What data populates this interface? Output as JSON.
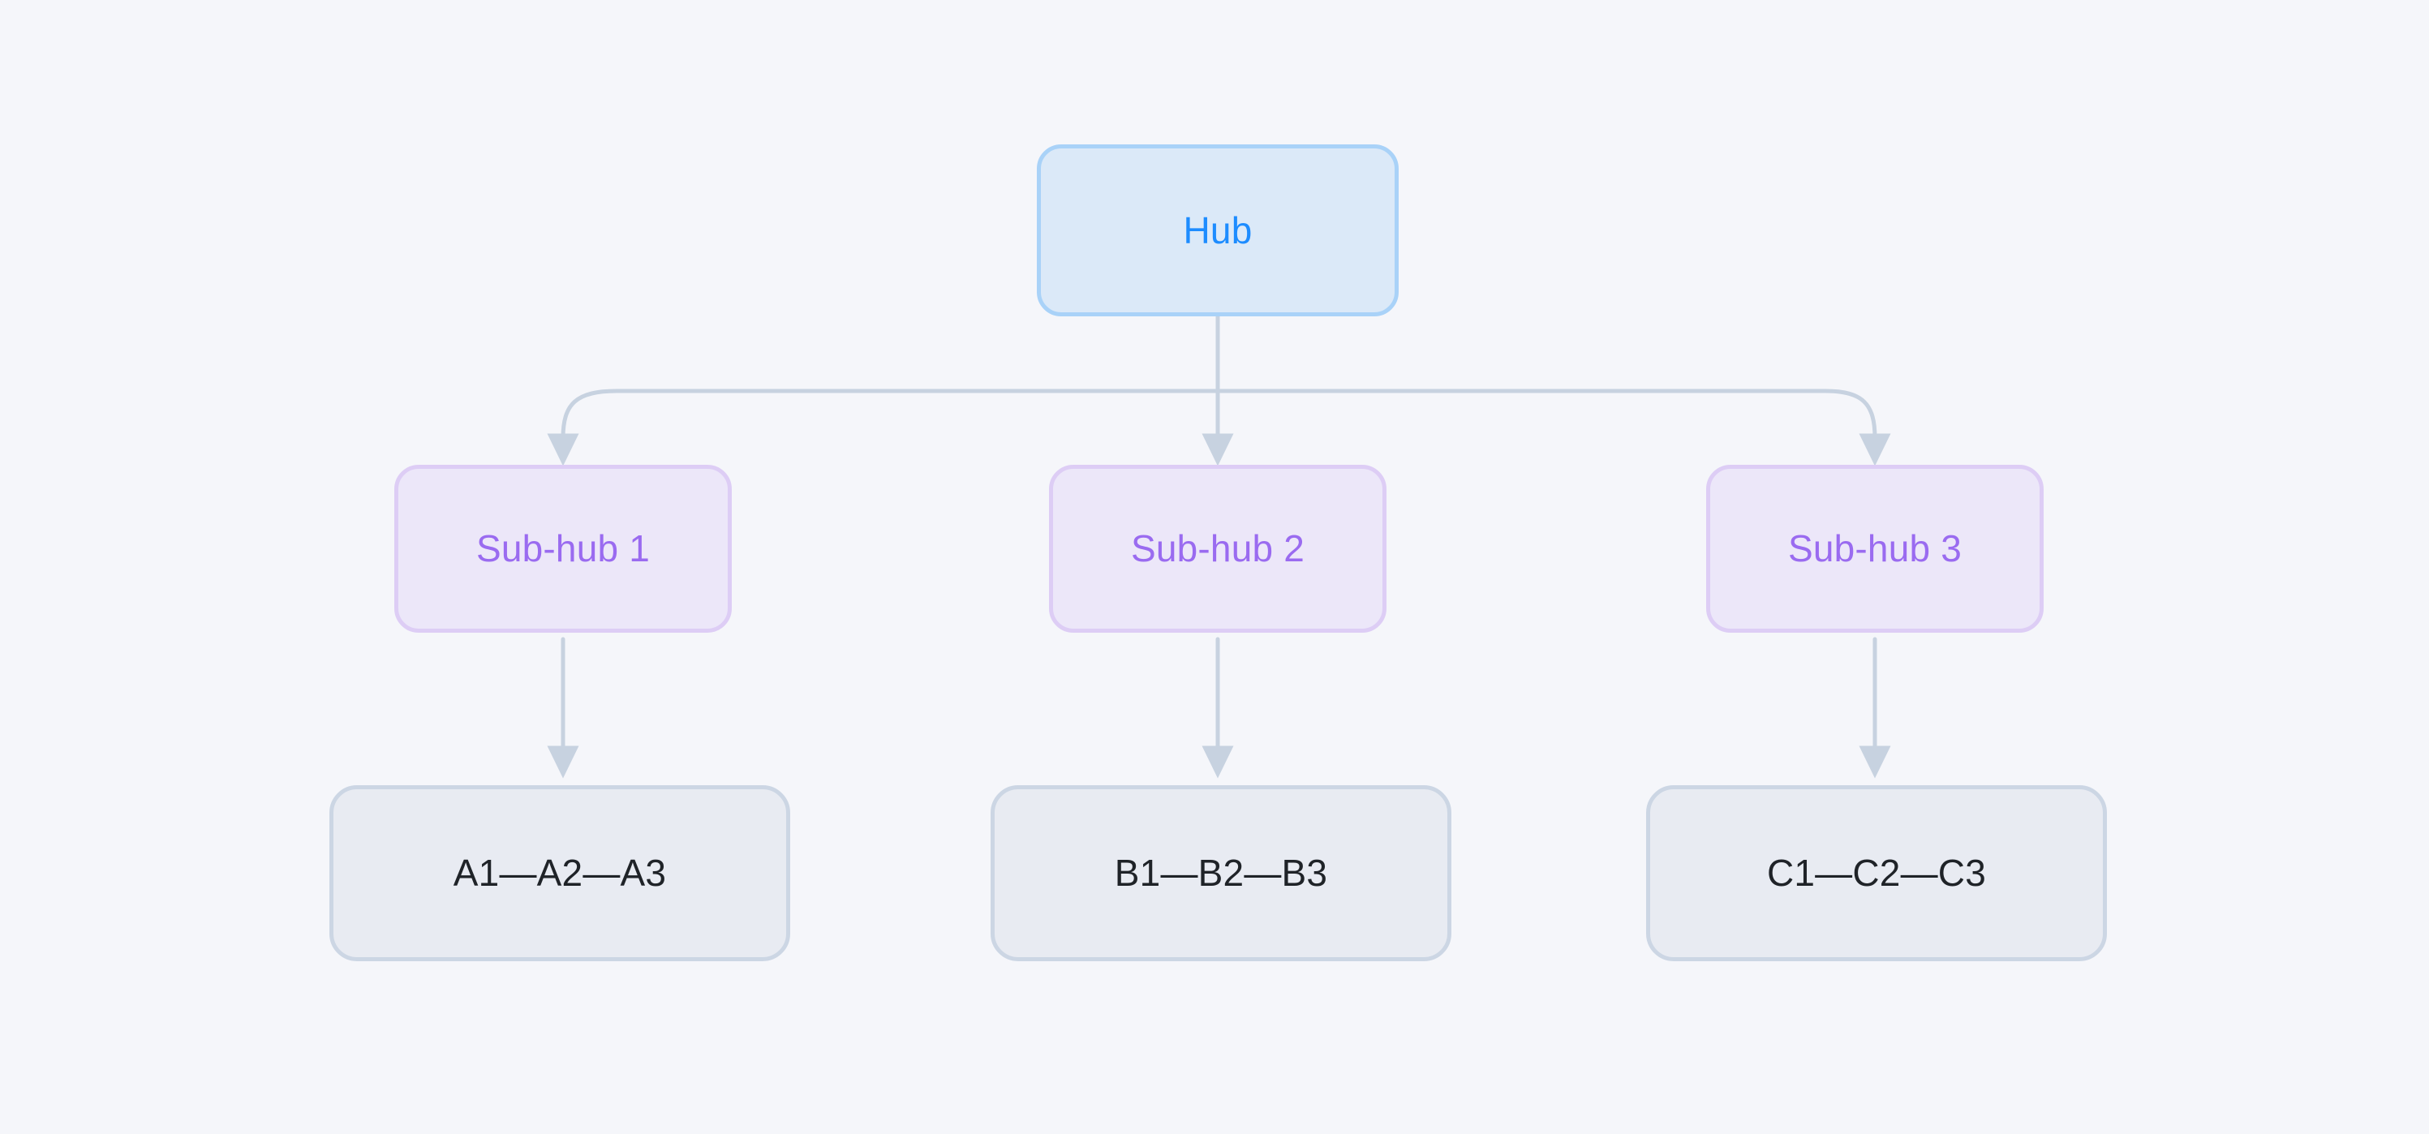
{
  "diagram": {
    "type": "hub-and-spoke-tree",
    "background_color": "#f5f6fa",
    "edge_color": "#c7d2e0",
    "root": {
      "id": "hub",
      "label": "Hub",
      "fill": "#dbe9f8",
      "border": "#a9d2f8",
      "text_color": "#1d8cff"
    },
    "sub_hubs": [
      {
        "id": "sub-hub-1",
        "label": "Sub-hub 1",
        "fill": "#ece7f9",
        "border": "#ddcdf5",
        "text_color": "#9a6bf0"
      },
      {
        "id": "sub-hub-2",
        "label": "Sub-hub 2",
        "fill": "#ece7f9",
        "border": "#ddcdf5",
        "text_color": "#9a6bf0"
      },
      {
        "id": "sub-hub-3",
        "label": "Sub-hub 3",
        "fill": "#ece7f9",
        "border": "#ddcdf5",
        "text_color": "#9a6bf0"
      }
    ],
    "leaves": [
      {
        "id": "leaf-a",
        "label": "A1—A2—A3",
        "fill": "#e8ebf2",
        "border": "#ccd6e4",
        "text_color": "#1f2328"
      },
      {
        "id": "leaf-b",
        "label": "B1—B2—B3",
        "fill": "#e8ebf2",
        "border": "#ccd6e4",
        "text_color": "#1f2328"
      },
      {
        "id": "leaf-c",
        "label": "C1—C2—C3",
        "fill": "#e8ebf2",
        "border": "#ccd6e4",
        "text_color": "#1f2328"
      }
    ],
    "edges": [
      {
        "id": "edge-hub-to-sub1",
        "from": "hub",
        "to": "sub-hub-1",
        "arrow": true
      },
      {
        "id": "edge-hub-to-sub2",
        "from": "hub",
        "to": "sub-hub-2",
        "arrow": true
      },
      {
        "id": "edge-hub-to-sub3",
        "from": "hub",
        "to": "sub-hub-3",
        "arrow": true
      },
      {
        "id": "edge-sub1-to-leaf-a",
        "from": "sub-hub-1",
        "to": "leaf-a",
        "arrow": true
      },
      {
        "id": "edge-sub2-to-leaf-b",
        "from": "sub-hub-2",
        "to": "leaf-b",
        "arrow": true
      },
      {
        "id": "edge-sub3-to-leaf-c",
        "from": "sub-hub-3",
        "to": "leaf-c",
        "arrow": true
      }
    ]
  }
}
